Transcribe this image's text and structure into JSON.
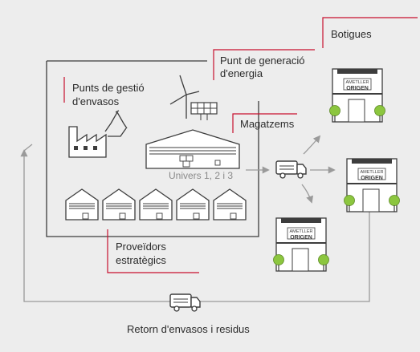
{
  "labels": {
    "botigues": "Botigues",
    "punt_generacio_line1": "Punt de generació",
    "punt_generacio_line2": "d'energia",
    "punts_gestio_line1": "Punts de gestió",
    "punts_gestio_line2": "d'envasos",
    "magatzems": "Magatzems",
    "univers": "Univers 1, 2 i 3",
    "proveidors_line1": "Proveïdors",
    "proveidors_line2": "estratègics",
    "retorn": "Retorn d'envasos i residus"
  },
  "store_sign": {
    "line1": "AMETLLER",
    "line2": "ORIGEN"
  },
  "colors": {
    "background": "#ededed",
    "line": "#3d3d3d",
    "accent_red": "#c8102e",
    "tree_green": "#8cc63f",
    "arrow_grey": "#9a9a9a"
  },
  "icons": [
    "recycle-icon",
    "factory-icon",
    "wind-turbine-icon",
    "solar-panel-icon",
    "warehouse-icon",
    "truck-icon",
    "store-icon",
    "tree-icon"
  ]
}
